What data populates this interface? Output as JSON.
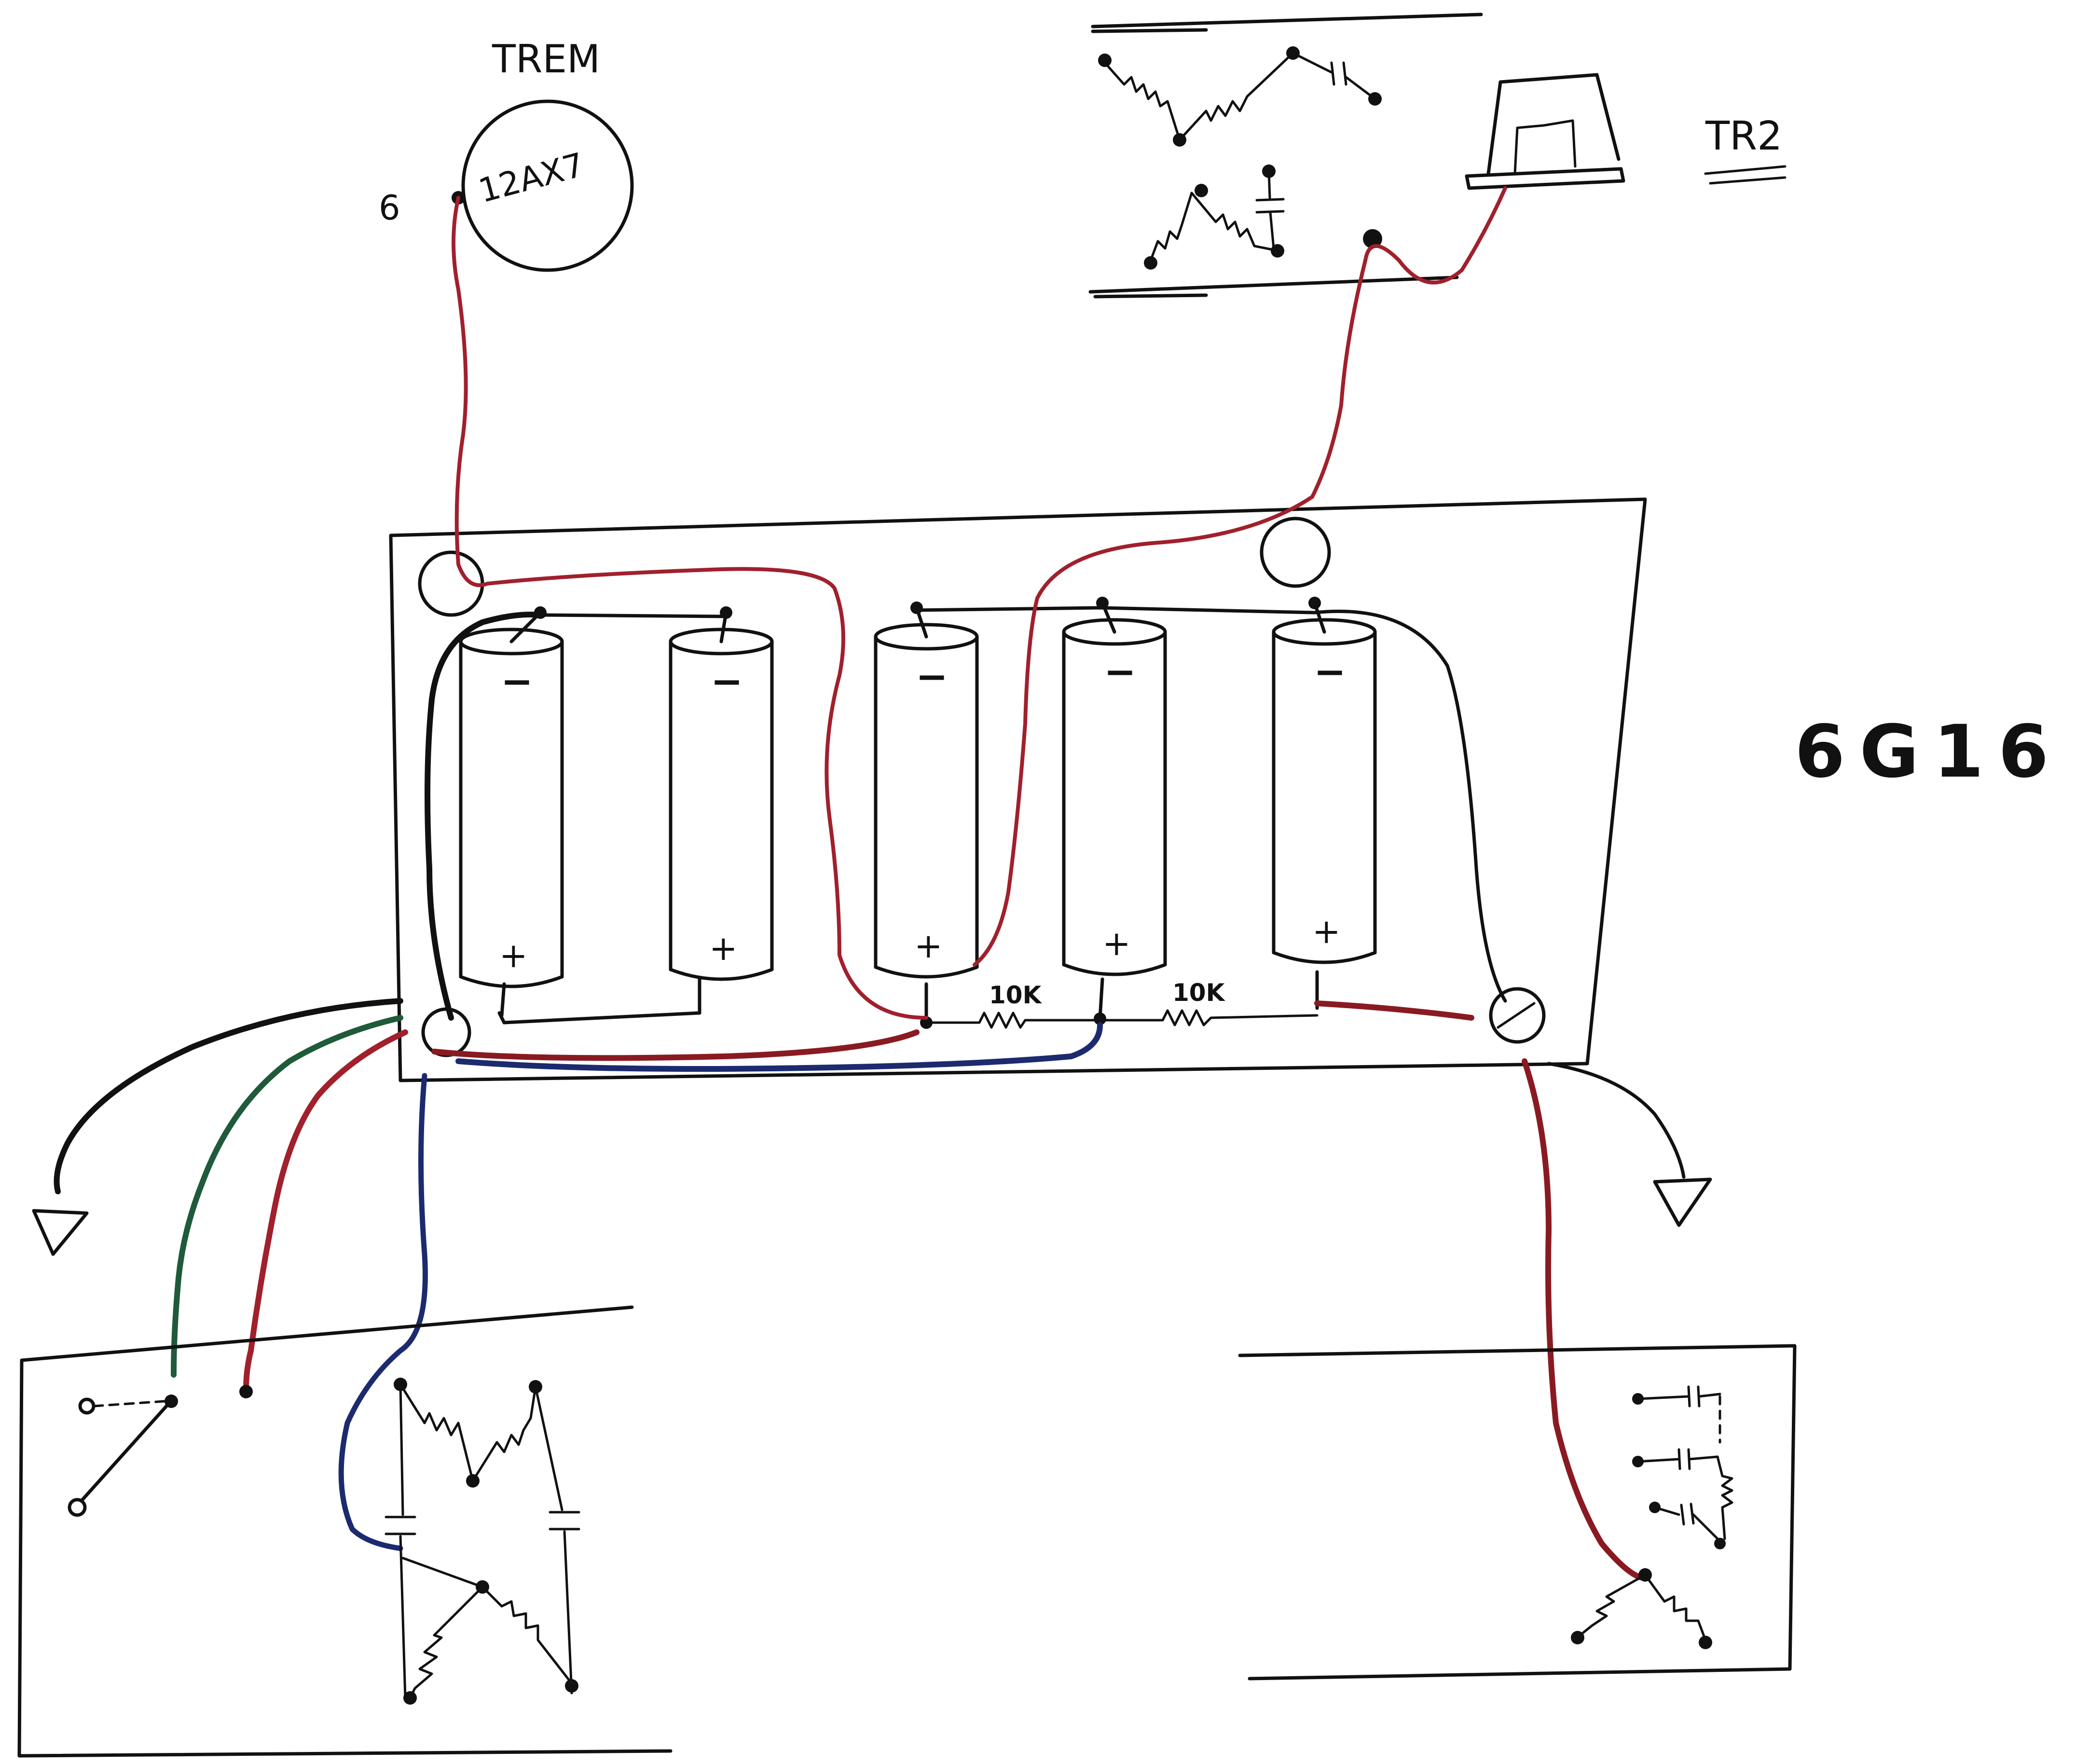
{
  "labels": {
    "trem": "TREM",
    "tube": "12AX7",
    "pin": "6",
    "tr2": "TR2",
    "model": "6G16",
    "res_left": "10K",
    "res_right": "10K"
  },
  "capacitors": [
    {
      "neg": "−",
      "pos": "+"
    },
    {
      "neg": "−",
      "pos": "+"
    },
    {
      "neg": "−",
      "pos": "+"
    },
    {
      "neg": "−",
      "pos": "+"
    },
    {
      "neg": "−",
      "pos": "+"
    }
  ],
  "colors": {
    "ink": "#111111",
    "red_wire": "#a0202c",
    "dark_red_wire": "#8a1a22",
    "green_wire": "#1f5a3a",
    "blue_wire": "#1c2a6e",
    "black_wire": "#111111"
  },
  "icons": [
    "ground-arrow-icon",
    "ground-arrow-icon"
  ]
}
